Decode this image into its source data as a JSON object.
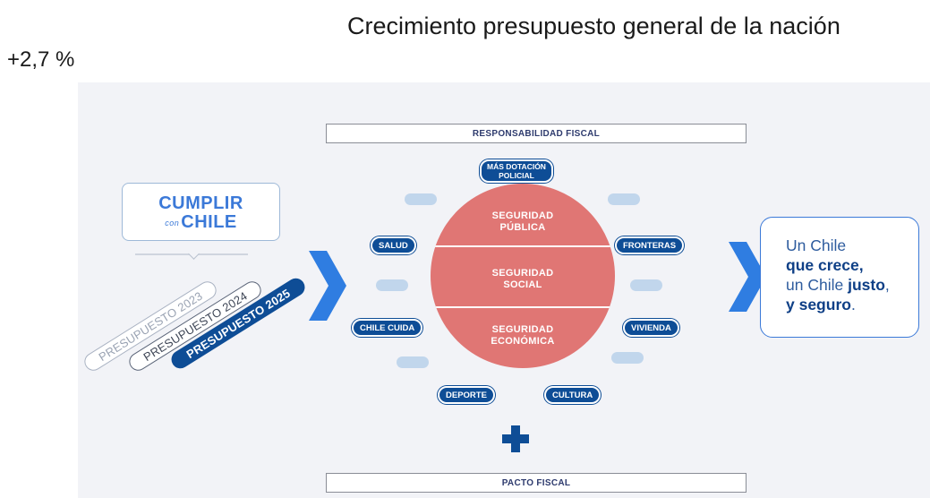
{
  "header": {
    "title": "Crecimiento presupuesto general de la nación",
    "value": "+2,7 %"
  },
  "diagram": {
    "top_bar": "RESPONSABILIDAD FISCAL",
    "bottom_bar": "PACTO FISCAL",
    "logo": {
      "line1": "CUMPLIR",
      "con": "con",
      "line2": "CHILE"
    },
    "budgets": [
      "PRESUPUESTO 2023",
      "PRESUPUESTO 2024",
      "PRESUPUESTO 2025"
    ],
    "center_segments": [
      {
        "line1": "SEGURIDAD",
        "line2": "PÚBLICA"
      },
      {
        "line1": "SEGURIDAD",
        "line2": "SOCIAL"
      },
      {
        "line1": "SEGURIDAD",
        "line2": "ECONÓMICA"
      }
    ],
    "pills": {
      "mas_dotacion_1": "MÁS DOTACIÓN",
      "mas_dotacion_2": "POLICIAL",
      "salud": "SALUD",
      "fronteras": "FRONTERAS",
      "chile_cuida": "CHILE CUIDA",
      "vivienda": "VIVIENDA",
      "deporte": "DEPORTE",
      "cultura": "CULTURA"
    },
    "result": {
      "part1": "Un Chile",
      "part2": "que crece,",
      "part3": "un Chile ",
      "part4": "justo",
      "part5": ",",
      "part6": "y seguro",
      "part7": "."
    }
  },
  "colors": {
    "brand_blue": "#0e4d96",
    "light_blue": "#3b79d8",
    "sphere_red": "#e07674",
    "ghost_pill": "#c1d6ec",
    "chevron": "#2f7de1"
  }
}
